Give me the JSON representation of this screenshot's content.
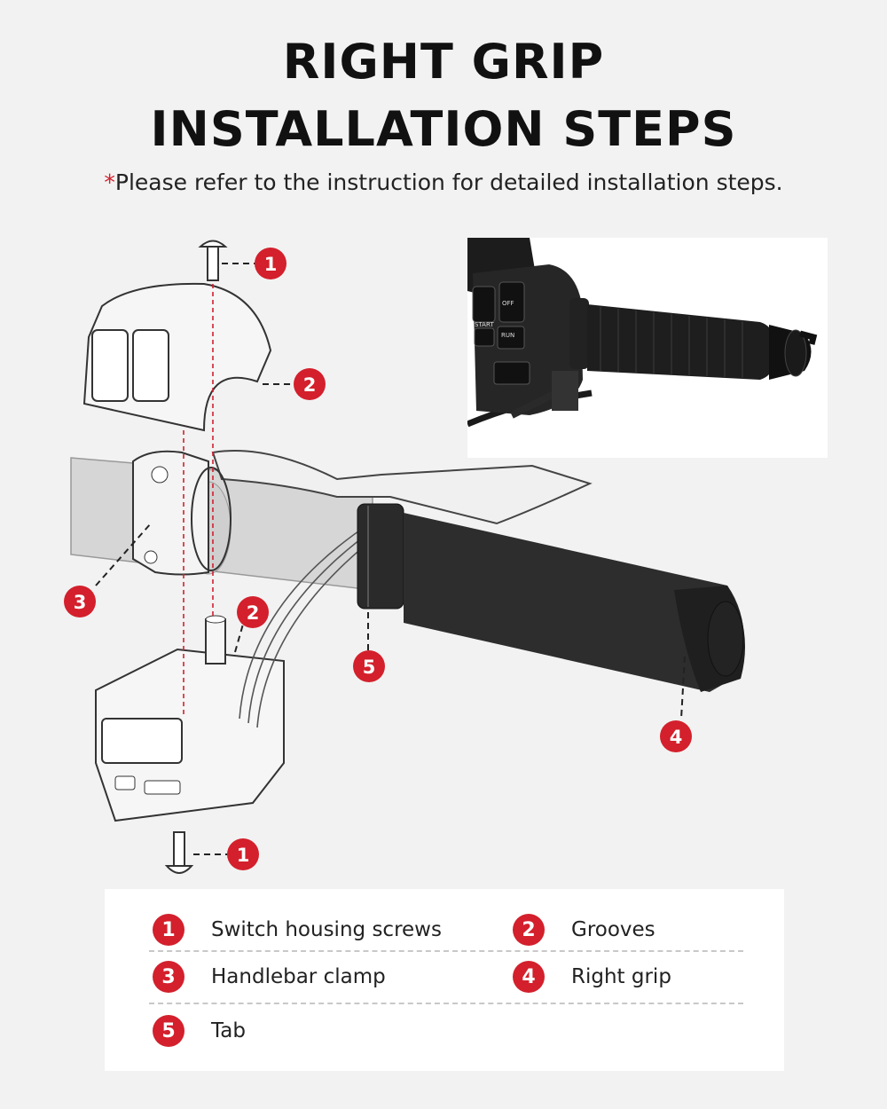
{
  "title": {
    "line1": "RIGHT GRIP",
    "line2": "INSTALLATION STEPS"
  },
  "subtitle": {
    "star": "*",
    "text": "Please refer to the instruction for detailed installation steps."
  },
  "photo": {
    "labels": [
      "START",
      "OFF",
      "RUN"
    ]
  },
  "callouts": [
    "1",
    "2",
    "3",
    "2",
    "5",
    "4",
    "1"
  ],
  "legend": [
    {
      "num": "1",
      "label": "Switch housing screws"
    },
    {
      "num": "2",
      "label": "Grooves"
    },
    {
      "num": "3",
      "label": "Handlebar clamp"
    },
    {
      "num": "4",
      "label": "Right grip"
    },
    {
      "num": "5",
      "label": "Tab"
    }
  ],
  "colors": {
    "accent": "#d3202c",
    "grip": "#2d2d2d",
    "background": "#f2f2f2"
  }
}
